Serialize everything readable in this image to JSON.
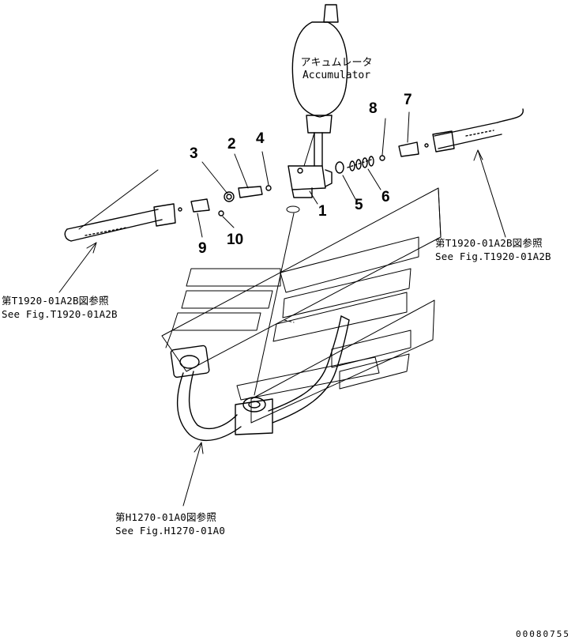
{
  "accumulator": {
    "label_jp": "アキュムレータ",
    "label_en": "Accumulator"
  },
  "callouts": [
    "1",
    "2",
    "3",
    "4",
    "5",
    "6",
    "7",
    "8",
    "9",
    "10"
  ],
  "references": {
    "right": {
      "jp": "第T1920-01A2B図参照",
      "en": "See Fig.T1920-01A2B"
    },
    "left": {
      "jp": "第T1920-01A2B図参照",
      "en": "See Fig.T1920-01A2B"
    },
    "bottom": {
      "jp": "第H1270-01A0図参照",
      "en": "See Fig.H1270-01A0"
    }
  },
  "drawing_number": "00080755"
}
